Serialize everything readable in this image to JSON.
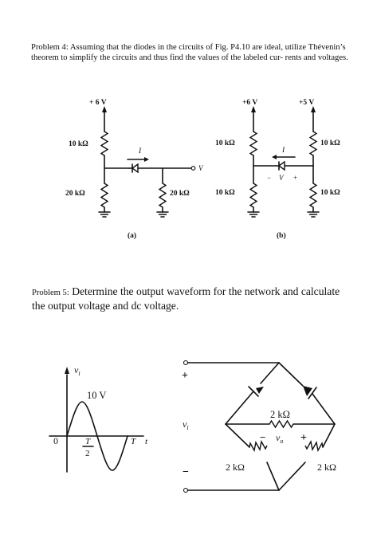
{
  "problem4": {
    "label": "Problem 4:",
    "text": " Assuming that the diodes in the circuits of Fig. P4.10 are ideal, utilize Thévenin’s theorem to simplify the circuits and thus find the values of the labeled cur- rents and voltages."
  },
  "problem5": {
    "label": "Problem 5:",
    "text": " Determine the output waveform for the network and calculate the output voltage and dc voltage."
  },
  "circuit_a": {
    "supply": "+ 6 V",
    "r_top": "10 kΩ",
    "r_bottom_left": "20 kΩ",
    "r_bottom_right": "20 kΩ",
    "current": "I",
    "voltage": "V",
    "caption": "(a)"
  },
  "circuit_b": {
    "supply_left": "+6 V",
    "supply_right": "+5 V",
    "r_top_left": "10 kΩ",
    "r_top_right": "10 kΩ",
    "r_bottom_left": "10 kΩ",
    "r_bottom_right": "10 kΩ",
    "current": "I",
    "v_minus": "−",
    "v_label": "V",
    "v_plus": "+",
    "caption": "(b)"
  },
  "waveform": {
    "axis_label": "v",
    "axis_sub": "i",
    "amplitude": "10 V",
    "origin": "0",
    "half_num": "T",
    "half_den": "2",
    "period": "T",
    "time": "t"
  },
  "bridge": {
    "plus": "+",
    "minus": "−",
    "input_label": "v",
    "input_sub": "i",
    "r_output": "2 kΩ",
    "r_left": "2 kΩ",
    "r_right": "2 kΩ",
    "out_minus": "−",
    "out_label": "v",
    "out_sub": "o",
    "out_plus": "+"
  }
}
